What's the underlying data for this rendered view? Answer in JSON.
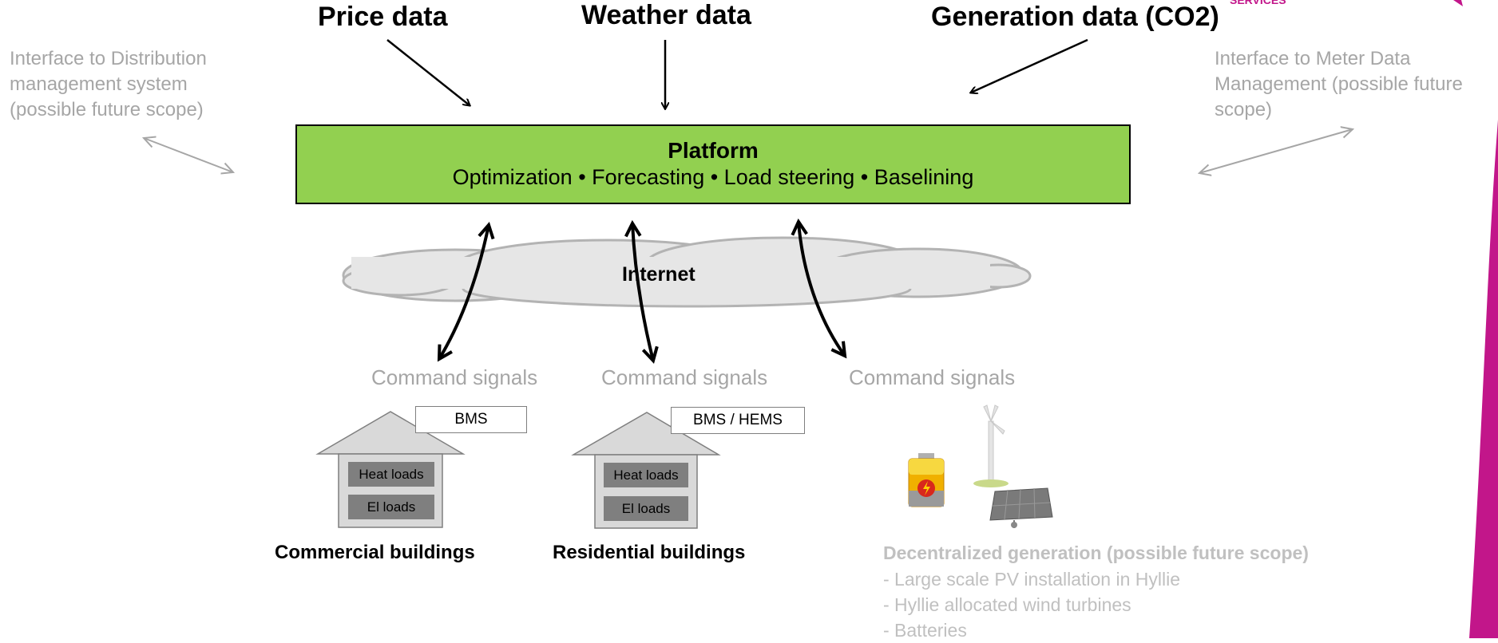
{
  "sources": {
    "price": "Price data",
    "weather": "Weather data",
    "generation": "Generation data (CO2)"
  },
  "interfaces": {
    "distribution": [
      "Interface to Distribution",
      "management system",
      "(possible future scope)"
    ],
    "meter": [
      "Interface to Meter Data",
      "Management (possible future",
      "scope)"
    ]
  },
  "platform": {
    "title": "Platform",
    "subtitle": "Optimization • Forecasting • Load steering • Baselining",
    "color": "#92d050"
  },
  "internet": {
    "label": "Internet"
  },
  "command_signals": [
    "Command signals",
    "Command signals",
    "Command signals"
  ],
  "commercial": {
    "system": "BMS",
    "loads": [
      "Heat loads",
      "El loads"
    ],
    "label": "Commercial buildings"
  },
  "residential": {
    "system": "BMS / HEMS",
    "loads": [
      "Heat loads",
      "El loads"
    ],
    "label": "Residential buildings"
  },
  "decentralized": {
    "title": "Decentralized generation (possible future scope)",
    "items": [
      "- Large scale PV installation in Hyllie",
      "- Hyllie allocated wind turbines",
      "- Batteries"
    ]
  },
  "logo_text": "SERVICES",
  "icons": [
    "battery-icon",
    "wind-turbine-icon",
    "solar-panel-icon"
  ],
  "colors": {
    "accent": "#c2168a",
    "muted": "#a6a6a6",
    "cloud": "#e6e6e6"
  }
}
